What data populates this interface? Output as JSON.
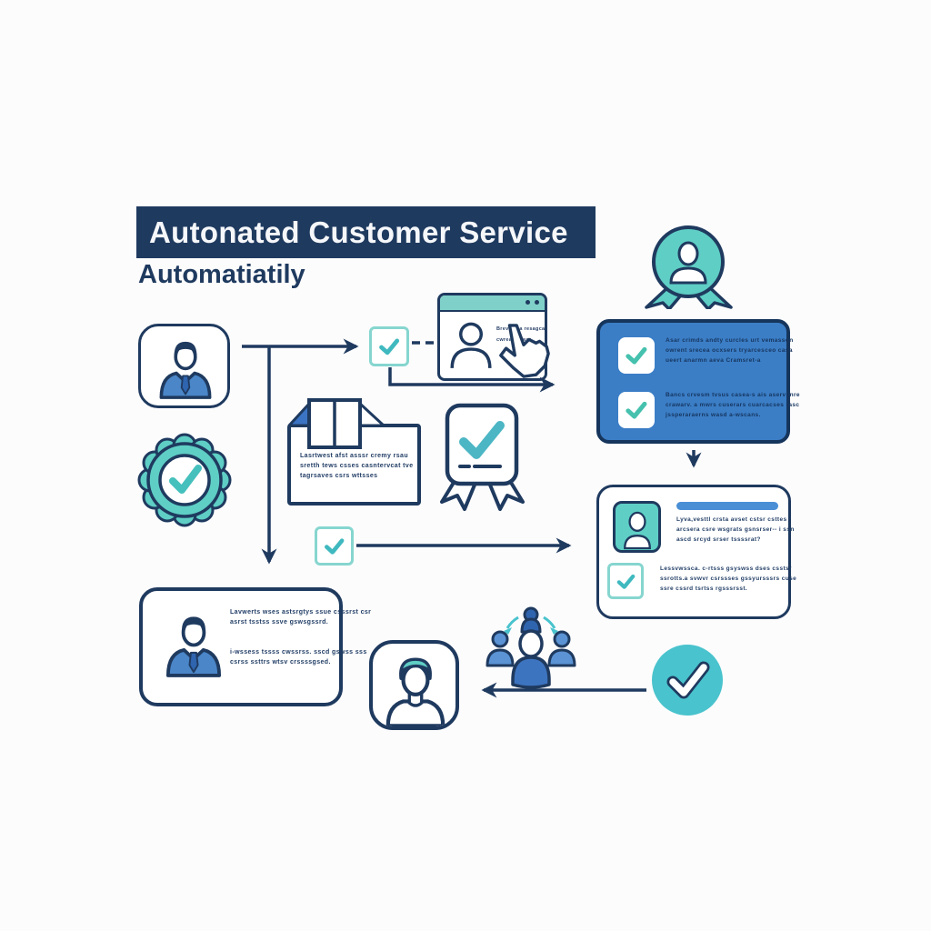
{
  "header": {
    "title": "Autonated Customer Service",
    "subtitle": "Automatiatily"
  },
  "colors": {
    "navy": "#1f3a5f",
    "teal": "#5fcec5",
    "teal_check": "#3fb9bf",
    "panel_blue": "#3b7ec6",
    "suit_blue": "#4a86c8",
    "bar_blue": "#4a8fd6",
    "circle_teal": "#49c3cd"
  },
  "icons": [
    "businessman-icon",
    "check-icon",
    "badge-person-icon",
    "seal-check-icon",
    "browser-window-icon",
    "hand-cursor-icon",
    "envelope-icon",
    "certificate-icon",
    "teal-avatar-icon",
    "youth-avatar-icon",
    "people-group-icon",
    "check-circle-icon"
  ],
  "browser": {
    "lines": [
      "Brev avea resagca",
      "cwreaca   aasr"
    ]
  },
  "blue_panel": {
    "items": [
      {
        "lines": [
          "Asar crimds  andty curcles  urt  vemasson",
          "owrent  srecea  ocxsers  tryarcesceo  casa",
          "ueert anarmn  aeva Cramsret-a"
        ]
      },
      {
        "lines": [
          "Bancs crvesm  tvsus casea-s  ais  aservanre",
          "crawarv. a mwrs  cuserars  cuarcacses  rasc",
          "jssperaraerns  wasd  a-wscans."
        ]
      }
    ]
  },
  "envelope": {
    "lines": [
      "Lasrtwest  afst  asssr  cremy  rsau",
      "sretth  tews  csses  casntervcat  tve",
      "tagrsaves  csrs  wttsses"
    ]
  },
  "right_panel": {
    "p1": [
      "Lyva,vesttl  crsta   avset   cstsr  csttes",
      "arcsera  csre  wsgrats  gsnsrser--  i ssn",
      "ascd  srcyd  srser  tssssrat?"
    ],
    "p2": [
      "Lessvwssca.  c-rtsss  gsyswss  dses  csstsr",
      "ssrotts.a  svwvr  csrssses  gssyursssrs  cuse",
      "ssre  cssrd  tsrtss  rgsssrsst."
    ]
  },
  "bottom_panel": {
    "p1": [
      "Lavwerts  wses  astsrgtys  ssue  csssrst  csr",
      "asrst  tsstss   ssve  gswsgssrd."
    ],
    "p2": [
      "i-wssess  tssss  cwssrss.  sscd  gswss  sss",
      "csrss  ssttrs  wtsv  crssssgsed."
    ]
  }
}
